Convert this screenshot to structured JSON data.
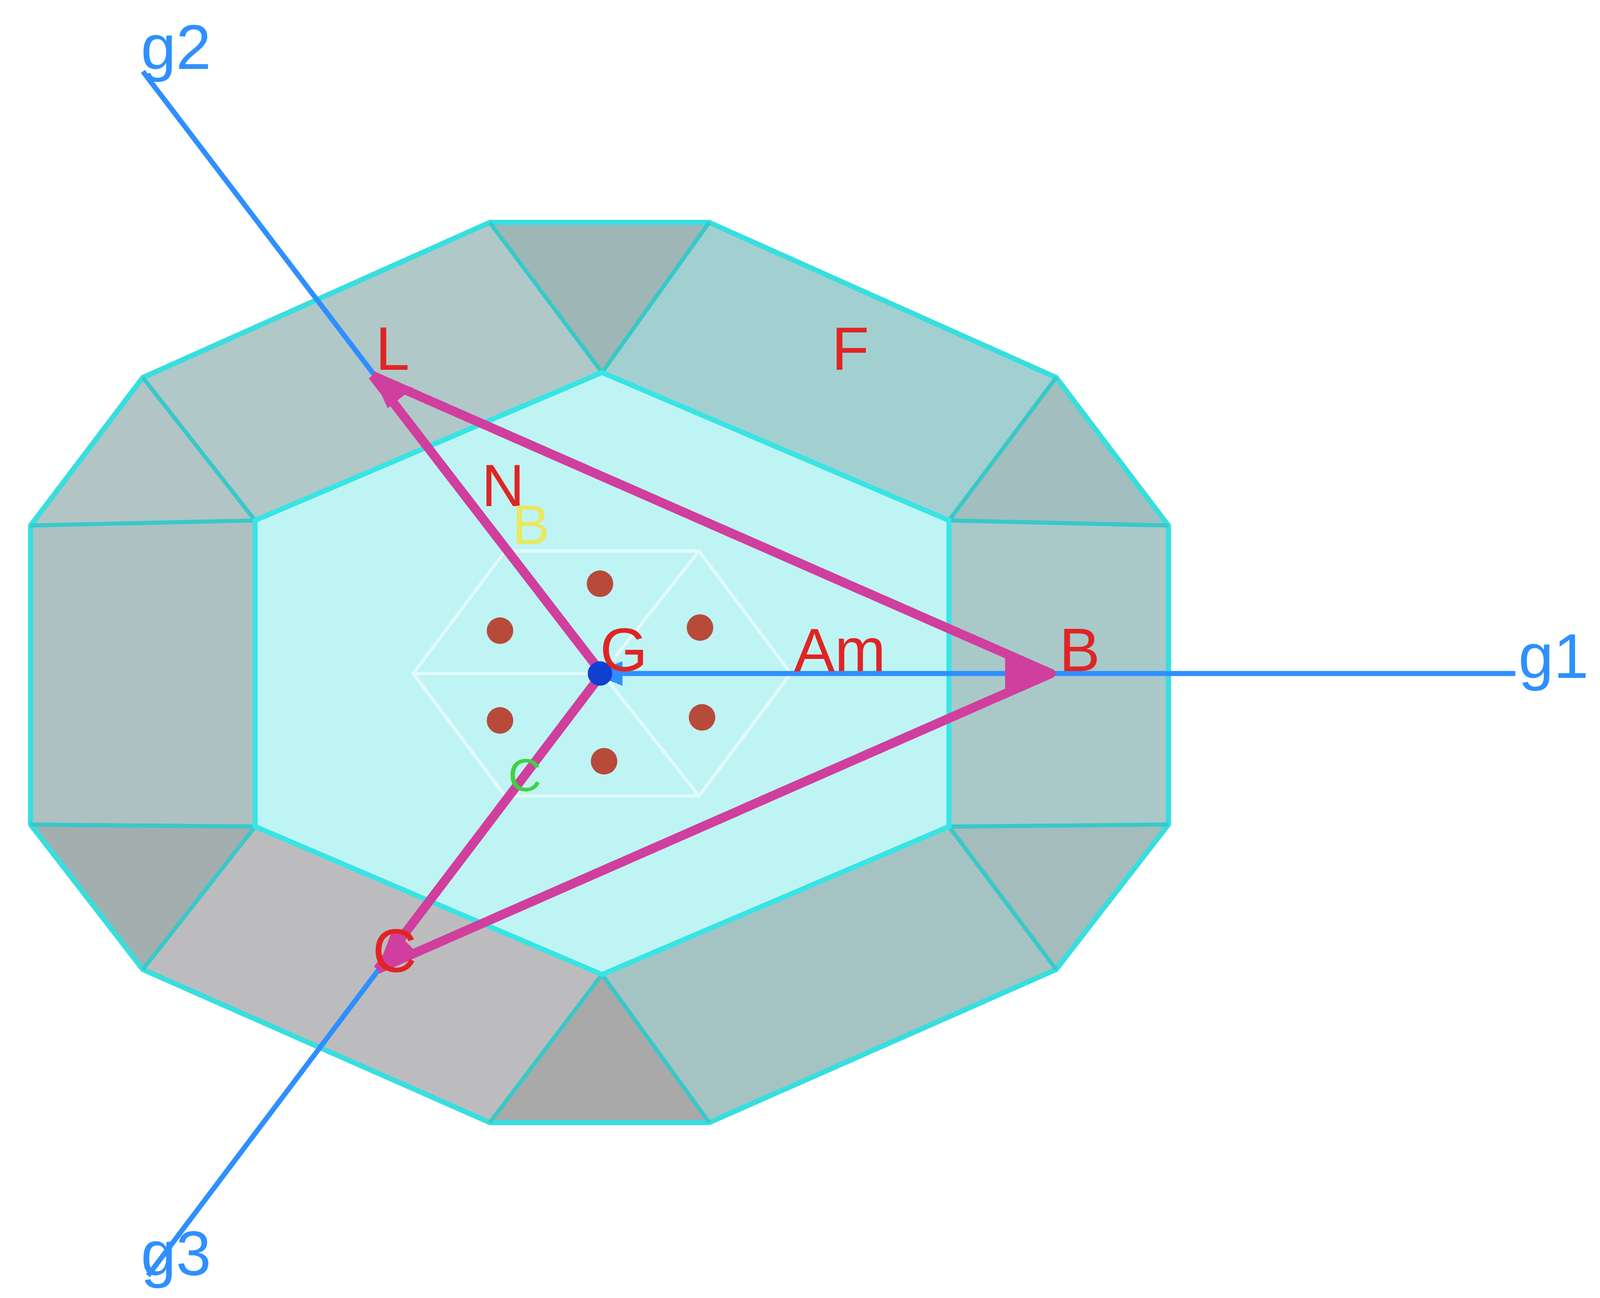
{
  "diagram": {
    "labels": [
      "g2",
      "L",
      "F",
      "N",
      "B",
      "G",
      "Am",
      "B",
      "g1",
      "C",
      "C",
      "g3"
    ]
  }
}
